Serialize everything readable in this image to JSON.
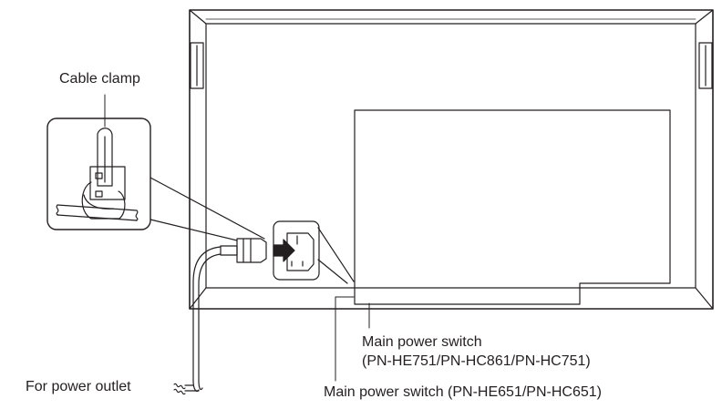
{
  "labels": {
    "cable_clamp": "Cable clamp",
    "power_outlet": "For power outlet",
    "switch_a_line1": "Main power switch",
    "switch_a_line2": "(PN-HE751/PN-HC861/PN-HC751)",
    "switch_b": "Main power switch (PN-HE651/PN-HC651)"
  },
  "colors": {
    "line": "#231f20",
    "fill": "#ffffff"
  },
  "icons": [
    "insert-arrow-icon",
    "ac-inlet-icon",
    "power-plug-icon",
    "cable-clamp-icon"
  ]
}
